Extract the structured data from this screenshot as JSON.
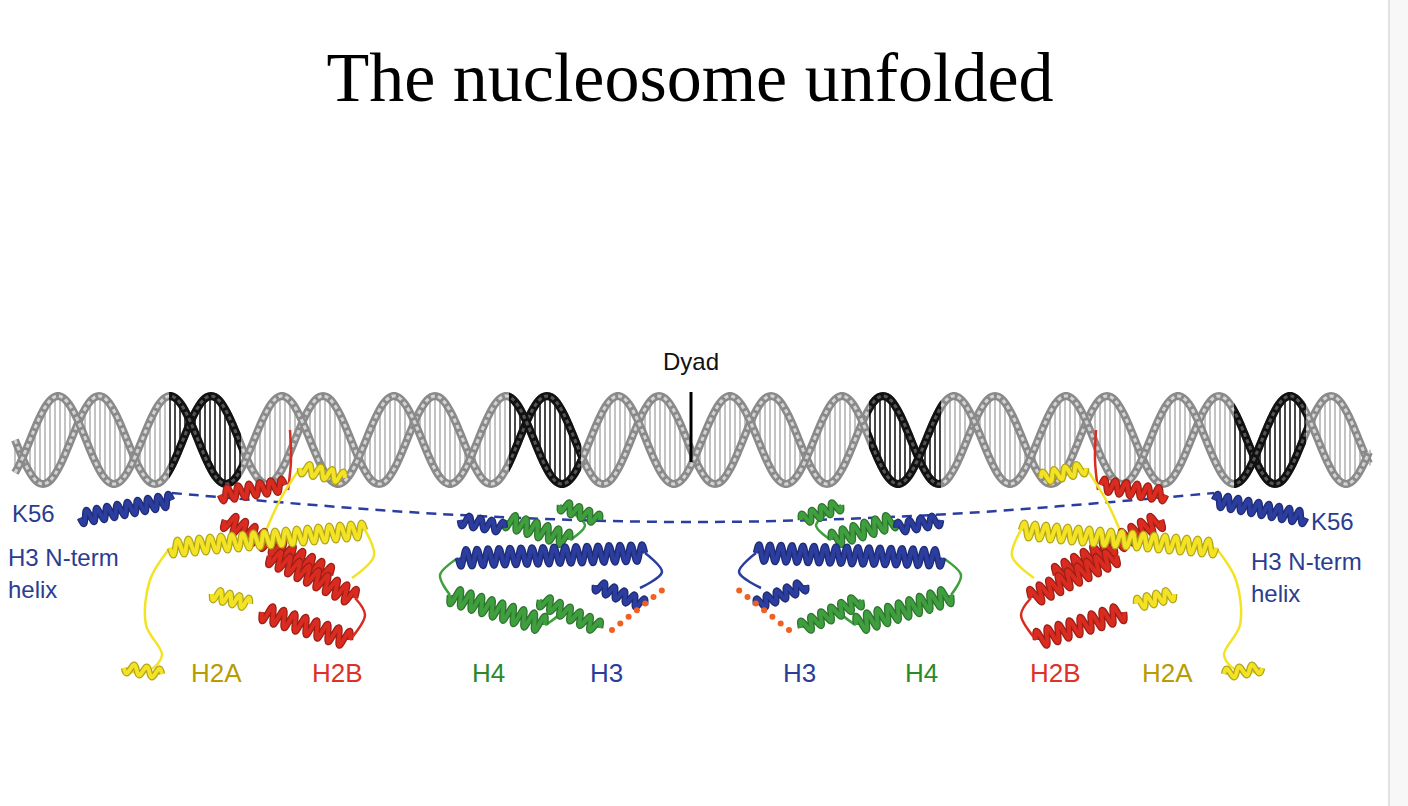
{
  "diagram": {
    "title": "The nucleosome unfolded",
    "labels": [
      "Dyad",
      "K56",
      "K56",
      "H3 N-term helix",
      "H3 N-term helix",
      "H2A",
      "H2B",
      "H4",
      "H3",
      "H3",
      "H4",
      "H2B",
      "H2A"
    ]
  }
}
